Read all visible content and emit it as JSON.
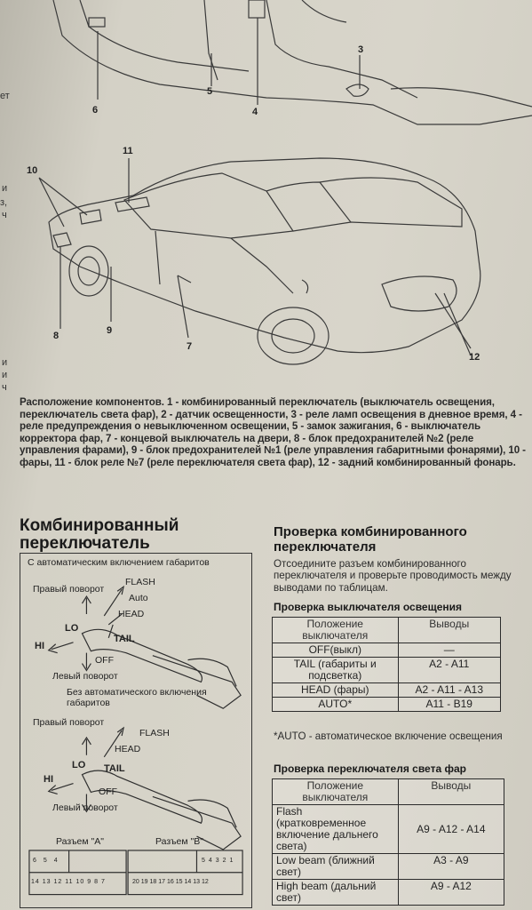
{
  "figure_top": {
    "callouts": [
      "6",
      "5",
      "4",
      "3",
      "10",
      "11",
      "8",
      "9",
      "7",
      "12"
    ]
  },
  "caption": "Расположение компонентов. 1 - комбинированный переключатель (выключатель освещения, переключатель света фар), 2 - датчик освещенности, 3 - реле ламп освещения в дневное время, 4 - реле предупреждения о невыключенном освещении, 5 - замок зажигания, 6 - выключатель корректора фар, 7 - концевой выключатель на двери, 8 - блок предохранителей №2 (реле управления фарами), 9 - блок предохранителей №1 (реле управления габаритными фонарями), 10 - фары, 11 - блок реле №7 (реле переключателя света фар), 12 - задний комбинированный фонарь.",
  "left_heading": "Комбинированный переключатель",
  "left_figure": {
    "section1_title": "С автоматическим включением габаритов",
    "section2_title": "Без автоматического включения габаритов",
    "right_turn": "Правый поворот",
    "left_turn": "Левый поворот",
    "flash": "FLASH",
    "auto": "Auto",
    "head": "HEAD",
    "tail": "TAIL",
    "off": "OFF",
    "lo": "LO",
    "hi": "HI",
    "connector_a": "Разъем \"A\"",
    "connector_b": "Разъем \"B\""
  },
  "right_heading": "Проверка комбинированного переключателя",
  "intro": "Отсоедините разъем комбинированного переключателя и проверьте проводимость между выводами по таблицам.",
  "table1": {
    "title": "Проверка выключателя освещения",
    "col1": "Положение выключателя",
    "col2": "Выводы",
    "rows": [
      {
        "pos": "OFF(выкл)",
        "pins": "—"
      },
      {
        "pos": "TAIL (габариты и подсветка)",
        "pins": "A2 - A11"
      },
      {
        "pos": "HEAD (фары)",
        "pins": "A2 - A11 - A13"
      },
      {
        "pos": "AUTO*",
        "pins": "A11 - B19"
      }
    ]
  },
  "note": "*AUTO - автоматическое включение освещения",
  "table2": {
    "title": "Проверка переключателя света фар",
    "col1": "Положение выключателя",
    "col2": "Выводы",
    "rows": [
      {
        "pos": "Flash (кратковременное включение дальнего света)",
        "pins": "A9 - A12 - A14"
      },
      {
        "pos": "Low beam (ближний свет)",
        "pins": "A3 - A9"
      },
      {
        "pos": "High beam (дальний свет)",
        "pins": "A9 - A12"
      }
    ]
  },
  "edge_fragments": [
    "ет",
    "з,",
    "ч",
    "и",
    "и",
    "и",
    "ч"
  ],
  "connector_pins_a_top": [
    "6",
    "5",
    "4"
  ],
  "connector_pins_a_bottom": [
    "14",
    "13",
    "12",
    "11",
    "10",
    "9",
    "8",
    "7"
  ],
  "connector_pins_b_top": [
    "5",
    "4",
    "3",
    "2",
    "1"
  ],
  "connector_pins_b_bottom": [
    "20",
    "19",
    "18",
    "17",
    "16",
    "15",
    "14",
    "13",
    "12"
  ]
}
